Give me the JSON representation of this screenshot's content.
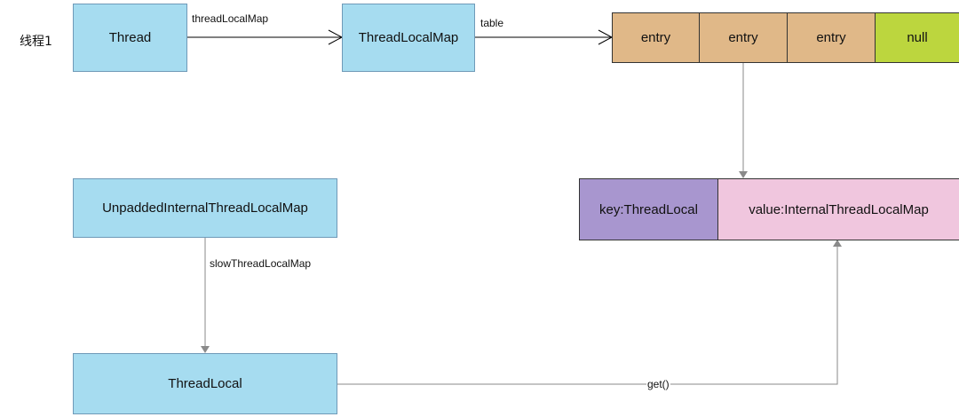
{
  "thread_label": "线程1",
  "nodes": {
    "thread": "Thread",
    "thread_local_map": "ThreadLocalMap",
    "unpadded_map": "UnpaddedInternalThreadLocalMap",
    "thread_local": "ThreadLocal"
  },
  "table_cells": [
    "entry",
    "entry",
    "entry",
    "null"
  ],
  "entry_detail": {
    "key": "key:ThreadLocal",
    "value": "value:InternalThreadLocalMap"
  },
  "edges": {
    "thread_to_map": "threadLocalMap",
    "map_to_table": "table",
    "unpadded_to_threadlocal": "slowThreadLocalMap",
    "threadlocal_get": "get()"
  },
  "colors": {
    "node_fill": "#a6dcf0",
    "entry_fill": "#e0b888",
    "null_fill": "#bcd63e",
    "key_fill": "#a896cf",
    "value_fill": "#f0c6de"
  }
}
